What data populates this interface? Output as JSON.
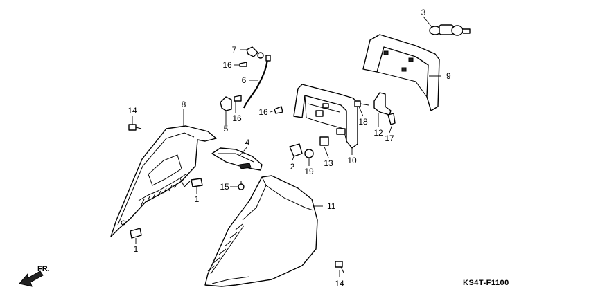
{
  "diagram_code": "KS4T-F1100",
  "direction_label": "FR.",
  "callouts": [
    {
      "id": "c1a",
      "label": "1"
    },
    {
      "id": "c1b",
      "label": "1"
    },
    {
      "id": "c2",
      "label": "2"
    },
    {
      "id": "c3",
      "label": "3"
    },
    {
      "id": "c4",
      "label": "4"
    },
    {
      "id": "c5",
      "label": "5"
    },
    {
      "id": "c6",
      "label": "6"
    },
    {
      "id": "c7",
      "label": "7"
    },
    {
      "id": "c8",
      "label": "8"
    },
    {
      "id": "c9",
      "label": "9"
    },
    {
      "id": "c10",
      "label": "10"
    },
    {
      "id": "c11",
      "label": "11"
    },
    {
      "id": "c12",
      "label": "12"
    },
    {
      "id": "c13",
      "label": "13"
    },
    {
      "id": "c14a",
      "label": "14"
    },
    {
      "id": "c14b",
      "label": "14"
    },
    {
      "id": "c15",
      "label": "15"
    },
    {
      "id": "c16a",
      "label": "16"
    },
    {
      "id": "c16b",
      "label": "16"
    },
    {
      "id": "c16c",
      "label": "16"
    },
    {
      "id": "c17",
      "label": "17"
    },
    {
      "id": "c18",
      "label": "18"
    },
    {
      "id": "c19",
      "label": "19"
    }
  ]
}
